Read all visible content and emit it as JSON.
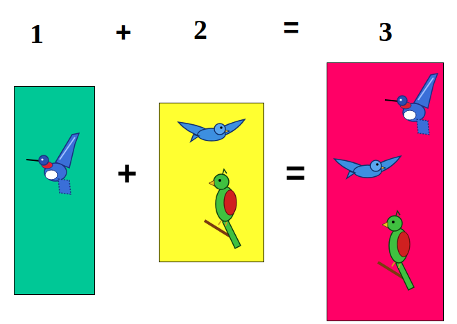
{
  "diagram": {
    "nodes": [
      {
        "text": [
          "1"
        ]
      },
      {
        "text": [
          "2"
        ]
      },
      {
        "text": [
          "3"
        ]
      }
    ],
    "labels": [
      "+",
      "=",
      "+",
      "="
    ]
  }
}
